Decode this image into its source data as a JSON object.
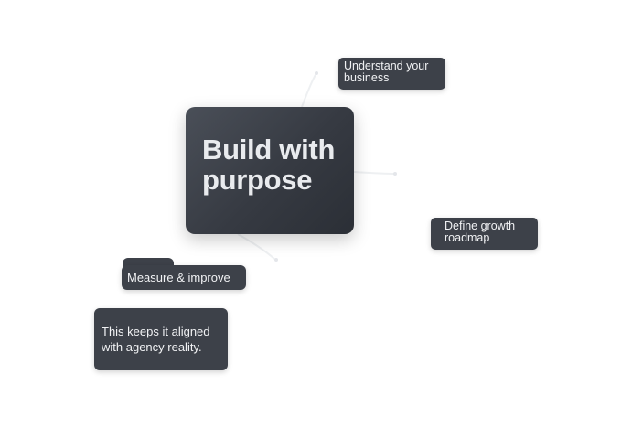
{
  "main_card": {
    "title": "Build with purpose"
  },
  "nodes": {
    "understand": "Understand your business",
    "define": "Define growth roadmap",
    "measure": "Measure & improve",
    "note": "This keeps it aligned with agency reality."
  },
  "colors": {
    "card_dark": "#3d4149",
    "card_text": "#f1f2f4",
    "background": "#ffffff"
  }
}
